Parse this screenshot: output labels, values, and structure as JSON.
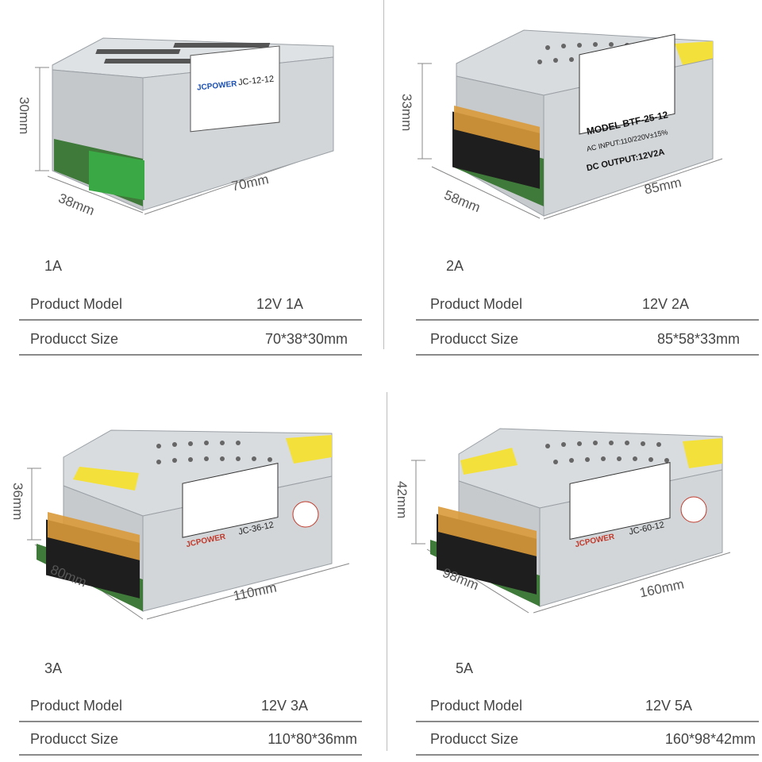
{
  "colors": {
    "metal": "#cfd3d6",
    "metal_dark": "#9aa0a5",
    "label_bg": "#ffffff",
    "warning_yellow": "#f4e03a",
    "terminal_black": "#1e1e1e",
    "terminal_cover": "#d99a3a",
    "pcb_green": "#3f7a3a",
    "terminal_green": "#3aa845"
  },
  "panels": [
    {
      "variant": "1A",
      "brand": "JCPOWER",
      "model_code": "JC-12-12",
      "dims": {
        "height": "30mm",
        "depth": "38mm",
        "length": "70mm"
      },
      "rows": [
        {
          "label": "Product Model",
          "value": "12V 1A"
        },
        {
          "label": "Producct Size",
          "value": "70*38*30mm"
        }
      ]
    },
    {
      "variant": "2A",
      "brand": "",
      "model_code": "MODEL BTF-25-12",
      "ac_input": "AC INPUT:110/220V±15%",
      "dc_output": "DC OUTPUT:12V2A",
      "dims": {
        "height": "33mm",
        "depth": "58mm",
        "length": "85mm"
      },
      "rows": [
        {
          "label": "Product Model",
          "value": "12V 2A"
        },
        {
          "label": "Producct Size",
          "value": "85*58*33mm"
        }
      ]
    },
    {
      "variant": "3A",
      "brand": "JCPOWER",
      "model_code": "JC-36-12",
      "dims": {
        "height": "36mm",
        "depth": "80mm",
        "length": "110mm"
      },
      "rows": [
        {
          "label": "Product Model",
          "value": "12V 3A"
        },
        {
          "label": "Producct Size",
          "value": "110*80*36mm"
        }
      ]
    },
    {
      "variant": "5A",
      "brand": "JCPOWER",
      "model_code": "JC-60-12",
      "dims": {
        "height": "42mm",
        "depth": "98mm",
        "length": "160mm"
      },
      "rows": [
        {
          "label": "Product Model",
          "value": "12V 5A"
        },
        {
          "label": "Producct Size",
          "value": "160*98*42mm"
        }
      ]
    }
  ]
}
